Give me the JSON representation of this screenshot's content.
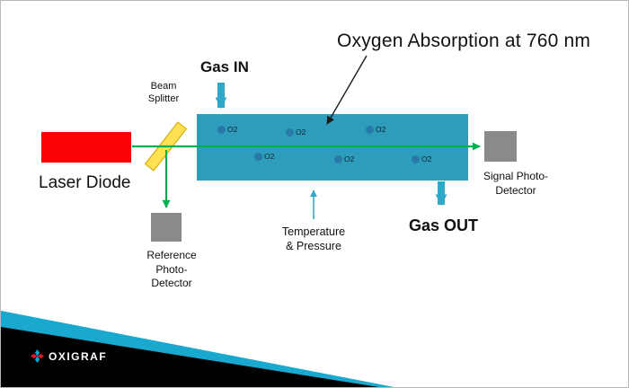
{
  "slide": {
    "title": "Oxygen Absorption at 760 nm"
  },
  "diagram": {
    "gas_in_label": "Gas IN",
    "gas_out_label": "Gas OUT",
    "beam_splitter_label": "Beam\nSplitter",
    "laser_diode_label": "Laser Diode",
    "signal_detector_label": "Signal Photo-\nDetector",
    "reference_detector_label": "Reference\nPhoto-\nDetector",
    "temperature_label": "Temperature\n& Pressure",
    "cell": {
      "molecules": [
        "O2",
        "O2",
        "O2",
        "O2",
        "O2",
        "O2"
      ]
    }
  },
  "colors": {
    "cell_fill": "#2E9DBC",
    "beam_green": "#00B050",
    "gas_arrow_teal": "#2FA8C9",
    "laser_red": "#FB0207",
    "detector_gray": "#8A8A8A",
    "beam_splitter_yellow": "#FFE152",
    "molecule_blue": "#2878A8",
    "footer_teal": "#19A8CE",
    "footer_black": "#000000"
  },
  "logo": {
    "text": "OXIGRAF"
  }
}
